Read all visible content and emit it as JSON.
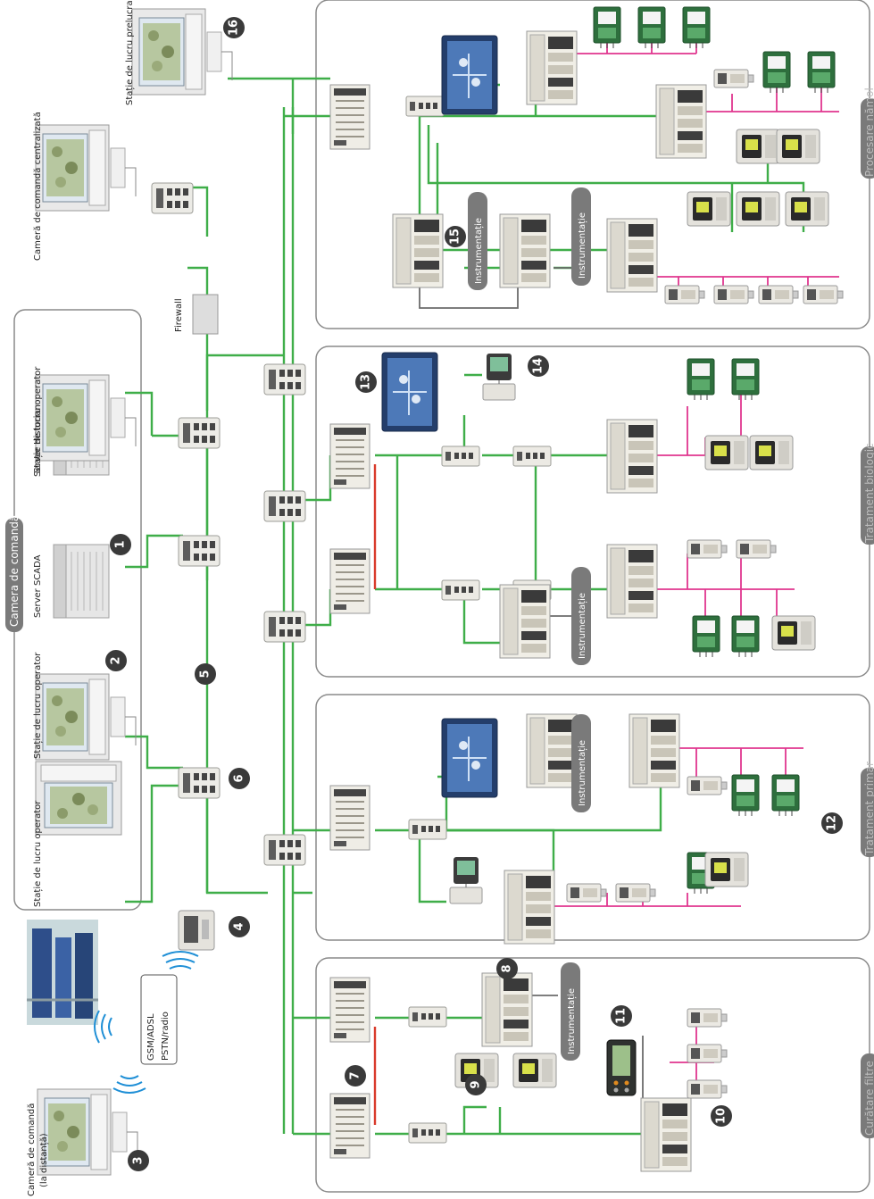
{
  "labels": {
    "op_station_1": "Stație de lucru operator",
    "op_station_2": "Stație de lucru operator",
    "server_scada": "Server SCADA",
    "server_historian": "Server Historian",
    "op_station_3": "Stație de lucru operator",
    "central_control_room": "Cameră de comandă centralizată",
    "data_station": "Stație de lucru prelucrare date",
    "firewall": "Firewall",
    "remote_room_line1": "Cameră de comandă",
    "remote_room_line2": "(la distanță)",
    "comm_line1": "GSM/ADSL",
    "comm_line2": "PSTN/radio"
  },
  "group_title": "Camera de comandă",
  "instr_label": "Instrumentație",
  "sections": {
    "s1": "Procesare nămol",
    "s2": "Tratament biologic",
    "s3": "Tratament primar",
    "s4": "Curățare filtre"
  },
  "badges": [
    "1",
    "2",
    "3",
    "4",
    "5",
    "6",
    "7",
    "8",
    "9",
    "10",
    "11",
    "12",
    "13",
    "14",
    "15",
    "16"
  ],
  "colors": {
    "ethernet": "#3fae49",
    "fieldbus": "#e0368f",
    "redundancy": "#d93a2b",
    "badge": "#3a3a3a"
  },
  "icons": [
    "pc-workstation-icon",
    "server-icon",
    "network-switch-icon",
    "plc-rack-icon",
    "io-module-icon",
    "variable-speed-drive-icon",
    "soft-starter-icon",
    "hmi-panel-icon",
    "modem-icon",
    "display-terminal-icon",
    "power-meter-icon",
    "pump-station-photo-icon",
    "wireless-signal-icon"
  ]
}
